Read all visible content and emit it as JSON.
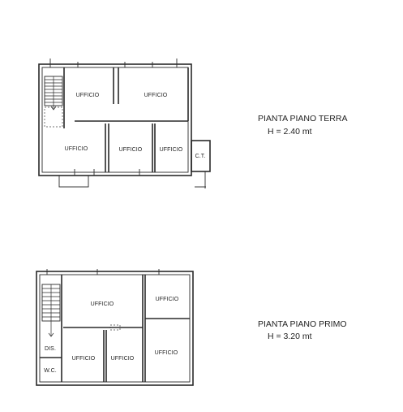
{
  "ground_floor": {
    "title": "PIANTA PIANO TERRA",
    "height": "H = 2.40 mt",
    "rooms": [
      "UFFICIO",
      "UFFICIO",
      "UFFICIO",
      "UFFICIO",
      "UFFICIO"
    ],
    "ct_label": "C.T."
  },
  "first_floor": {
    "title": "PIANTA PIANO PRIMO",
    "height": "H = 3.20 mt",
    "rooms": [
      "UFFICIO",
      "UFFICIO",
      "UFFICIO",
      "UFFICIO",
      "UFFICIO"
    ],
    "dis_label": "DIS.",
    "wc_label": "W.C."
  }
}
